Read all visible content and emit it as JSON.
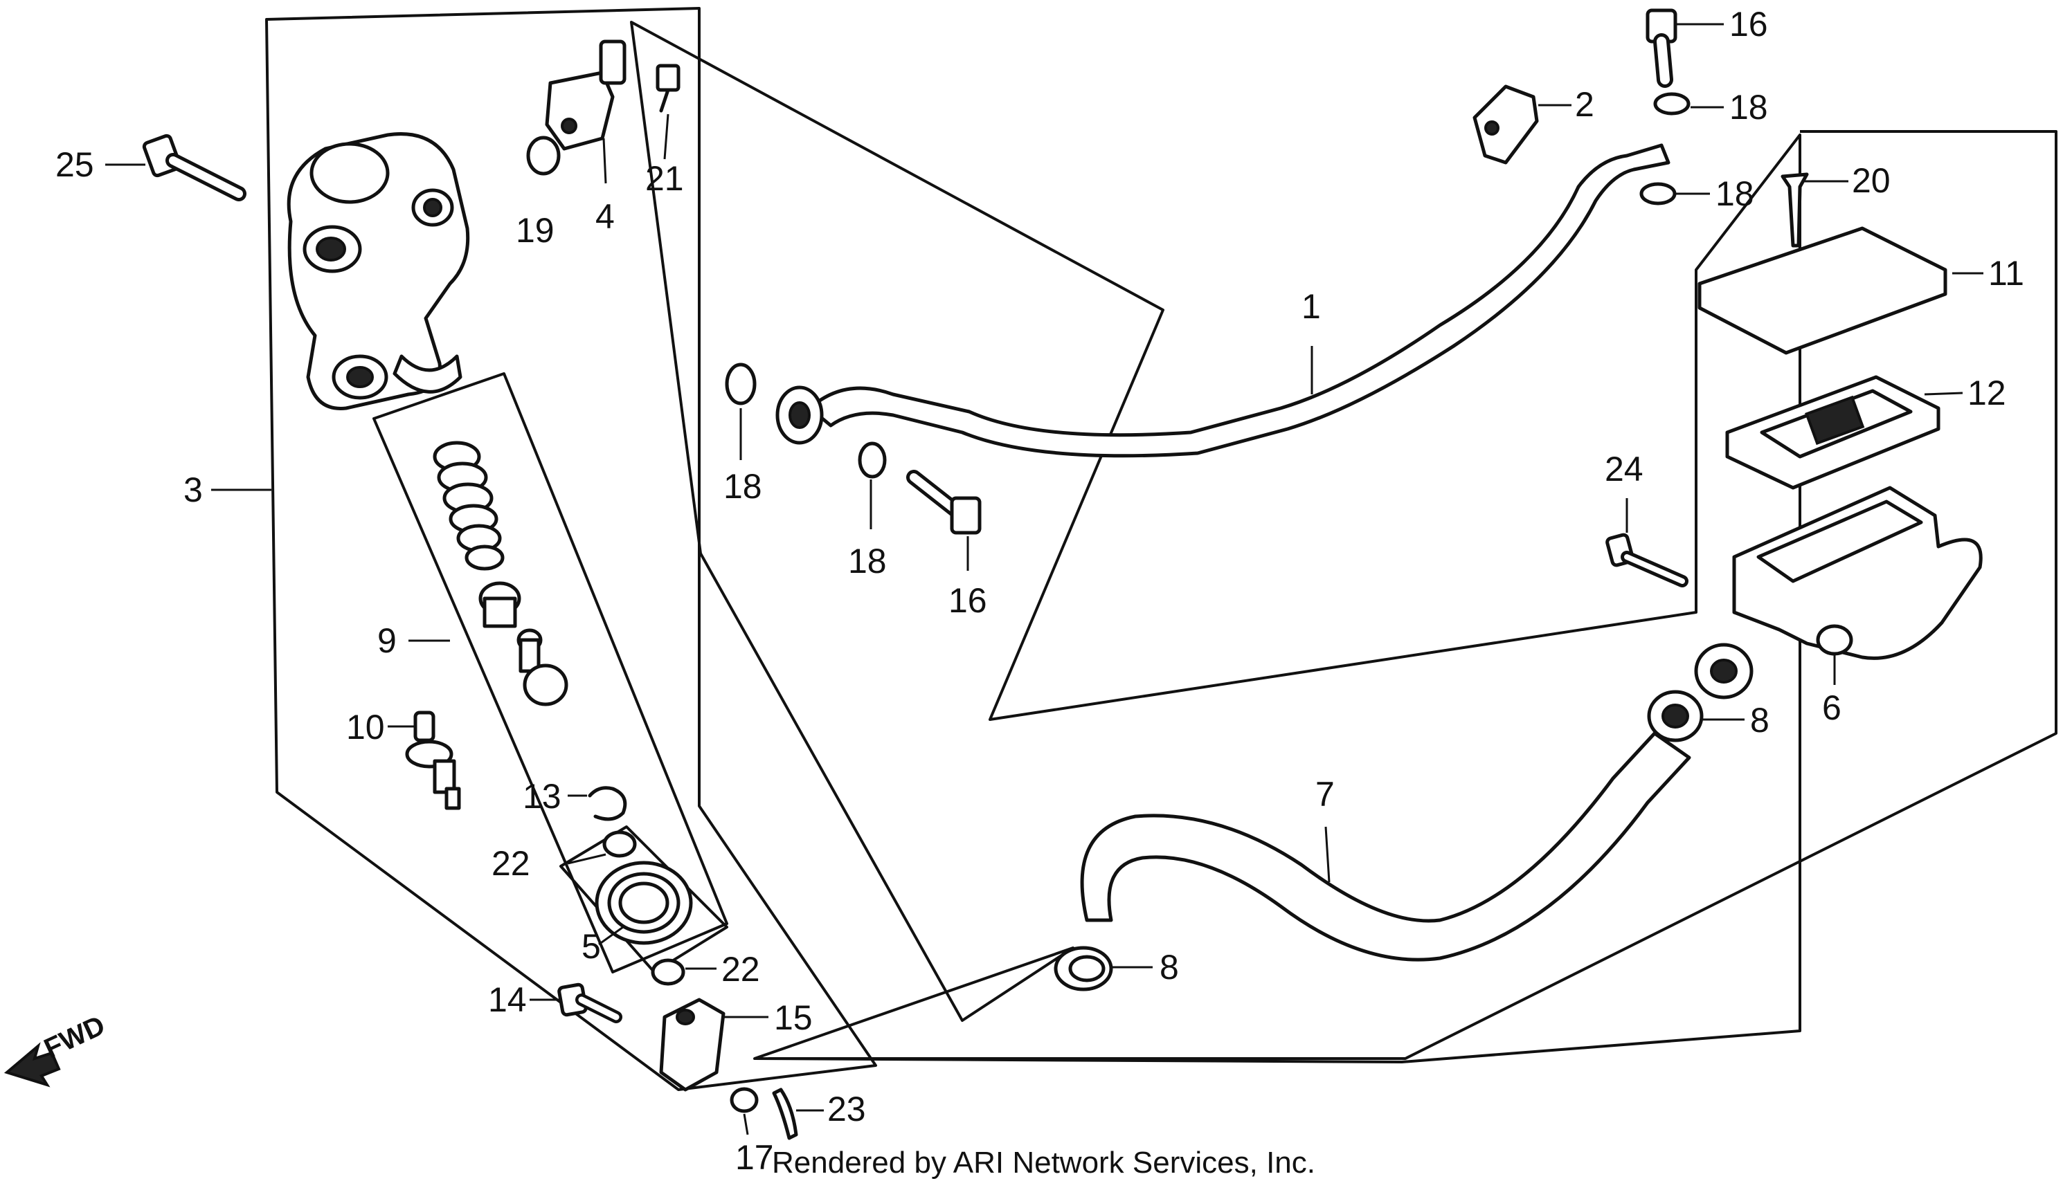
{
  "labels": [
    {
      "id": "1",
      "text": "1"
    },
    {
      "id": "2",
      "text": "2"
    },
    {
      "id": "3",
      "text": "3"
    },
    {
      "id": "4",
      "text": "4"
    },
    {
      "id": "5",
      "text": "5"
    },
    {
      "id": "6",
      "text": "6"
    },
    {
      "id": "7",
      "text": "7"
    },
    {
      "id": "8a",
      "text": "8"
    },
    {
      "id": "8b",
      "text": "8"
    },
    {
      "id": "9",
      "text": "9"
    },
    {
      "id": "10",
      "text": "10"
    },
    {
      "id": "11",
      "text": "11"
    },
    {
      "id": "12",
      "text": "12"
    },
    {
      "id": "13",
      "text": "13"
    },
    {
      "id": "14",
      "text": "14"
    },
    {
      "id": "15",
      "text": "15"
    },
    {
      "id": "16a",
      "text": "16"
    },
    {
      "id": "16b",
      "text": "16"
    },
    {
      "id": "17",
      "text": "17"
    },
    {
      "id": "18a",
      "text": "18"
    },
    {
      "id": "18b",
      "text": "18"
    },
    {
      "id": "18c",
      "text": "18"
    },
    {
      "id": "18d",
      "text": "18"
    },
    {
      "id": "19",
      "text": "19"
    },
    {
      "id": "20",
      "text": "20"
    },
    {
      "id": "21",
      "text": "21"
    },
    {
      "id": "22a",
      "text": "22"
    },
    {
      "id": "22b",
      "text": "22"
    },
    {
      "id": "23",
      "text": "23"
    },
    {
      "id": "24",
      "text": "24"
    },
    {
      "id": "25",
      "text": "25"
    }
  ],
  "fwd_label": "FWD",
  "credit": "Rendered by ARI Network Services, Inc."
}
